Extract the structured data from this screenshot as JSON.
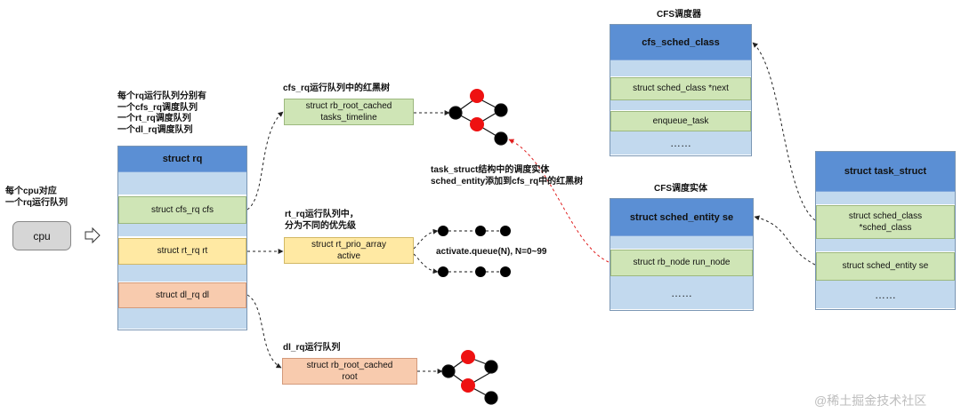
{
  "labels": {
    "cpu_note_1": "每个cpu对应",
    "cpu_note_2": "一个rq运行队列",
    "cpu_button": "cpu",
    "rq_note_1": "每个rq运行队列分别有",
    "rq_note_2": "一个cfs_rq调度队列",
    "rq_note_3": "一个rt_rq调度队列",
    "rq_note_4": "一个dl_rq调度队列",
    "cfs_rq_title": "cfs_rq运行队列中的红黑树",
    "rt_rq_title_1": "rt_rq运行队列中，",
    "rt_rq_title_2": "分为不同的优先级",
    "dl_rq_title": "dl_rq运行队列",
    "activate_queue": "activate.queue(N), N=0~99",
    "task_note_1": "task_struct结构中的调度实体",
    "task_note_2": "sched_entity添加到cfs_rq中的红黑树",
    "cfs_sched_title": "CFS调度器",
    "cfs_entity_title": "CFS调度实体",
    "watermark": "@稀土掘金技术社区"
  },
  "struct_rq": {
    "header": "struct rq",
    "cfs": "struct cfs_rq  cfs",
    "rt": "struct rt_rq  rt",
    "dl": "struct dl_rq  dl"
  },
  "cfs_box": {
    "line1": "struct rb_root_cached",
    "line2": "tasks_timeline"
  },
  "rt_box": {
    "line1": "struct rt_prio_array",
    "line2": "active"
  },
  "dl_box": {
    "line1": "struct rb_root_cached",
    "line2": "root"
  },
  "cfs_sched_class": {
    "header": "cfs_sched_class",
    "next": "struct sched_class *next",
    "enqueue": "enqueue_task",
    "dots": "……"
  },
  "sched_entity": {
    "header": "struct sched_entity  se",
    "run_node": "struct rb_node  run_node",
    "dots": "……"
  },
  "task_struct": {
    "header": "struct task_struct",
    "sched_class_1": "struct sched_class",
    "sched_class_2": "*sched_class",
    "se": "struct sched_entity  se",
    "dots": "……"
  },
  "colors": {
    "header_blue": "#5b8fd4",
    "light_blue": "#c2d9ee",
    "green": "#cfe5b6",
    "yellow": "#ffe9a3",
    "orange": "#f8cbae",
    "red_node": "#ee1111",
    "black_node": "#000000"
  }
}
